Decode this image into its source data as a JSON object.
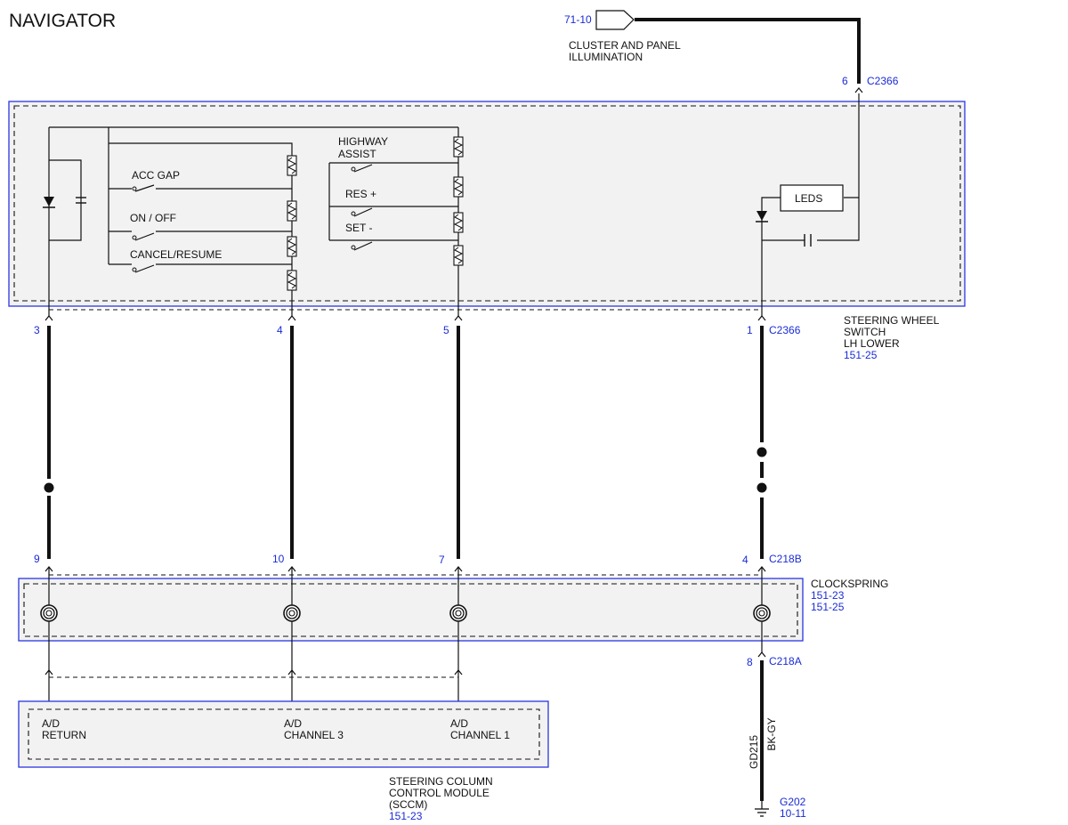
{
  "title": "NAVIGATOR",
  "power": {
    "ref": "71-10",
    "label_line1": "CLUSTER AND PANEL",
    "label_line2": "ILLUMINATION",
    "pin": "6",
    "connector": "C2366"
  },
  "switch_module": {
    "controls": [
      "ACC GAP",
      "ON / OFF",
      "CANCEL/RESUME",
      "HIGHWAY",
      "ASSIST",
      "RES +",
      "SET -"
    ],
    "leds_label": "LEDS",
    "name_lines": [
      "STEERING WHEEL",
      "SWITCH",
      "LH LOWER"
    ],
    "ref": "151-25",
    "pins": [
      "3",
      "4",
      "5",
      "1"
    ],
    "pin_connector": "C2366"
  },
  "clockspring": {
    "upper_pins": [
      "9",
      "10",
      "7",
      "4"
    ],
    "upper_connector": "C218B",
    "name": "CLOCKSPRING",
    "refs": [
      "151-23",
      "151-25"
    ],
    "lower_pin": "8",
    "lower_connector": "C218A"
  },
  "ground": {
    "circuit": "GD215",
    "color_code": "BK-GY",
    "ground_id": "G202",
    "ref": "10-11"
  },
  "sccm": {
    "inputs": [
      {
        "line1": "A/D",
        "line2": "RETURN"
      },
      {
        "line1": "A/D",
        "line2": "CHANNEL 3"
      },
      {
        "line1": "A/D",
        "line2": "CHANNEL 1"
      }
    ],
    "name_lines": [
      "STEERING COLUMN",
      "CONTROL MODULE",
      "(SCCM)"
    ],
    "ref": "151-23"
  }
}
